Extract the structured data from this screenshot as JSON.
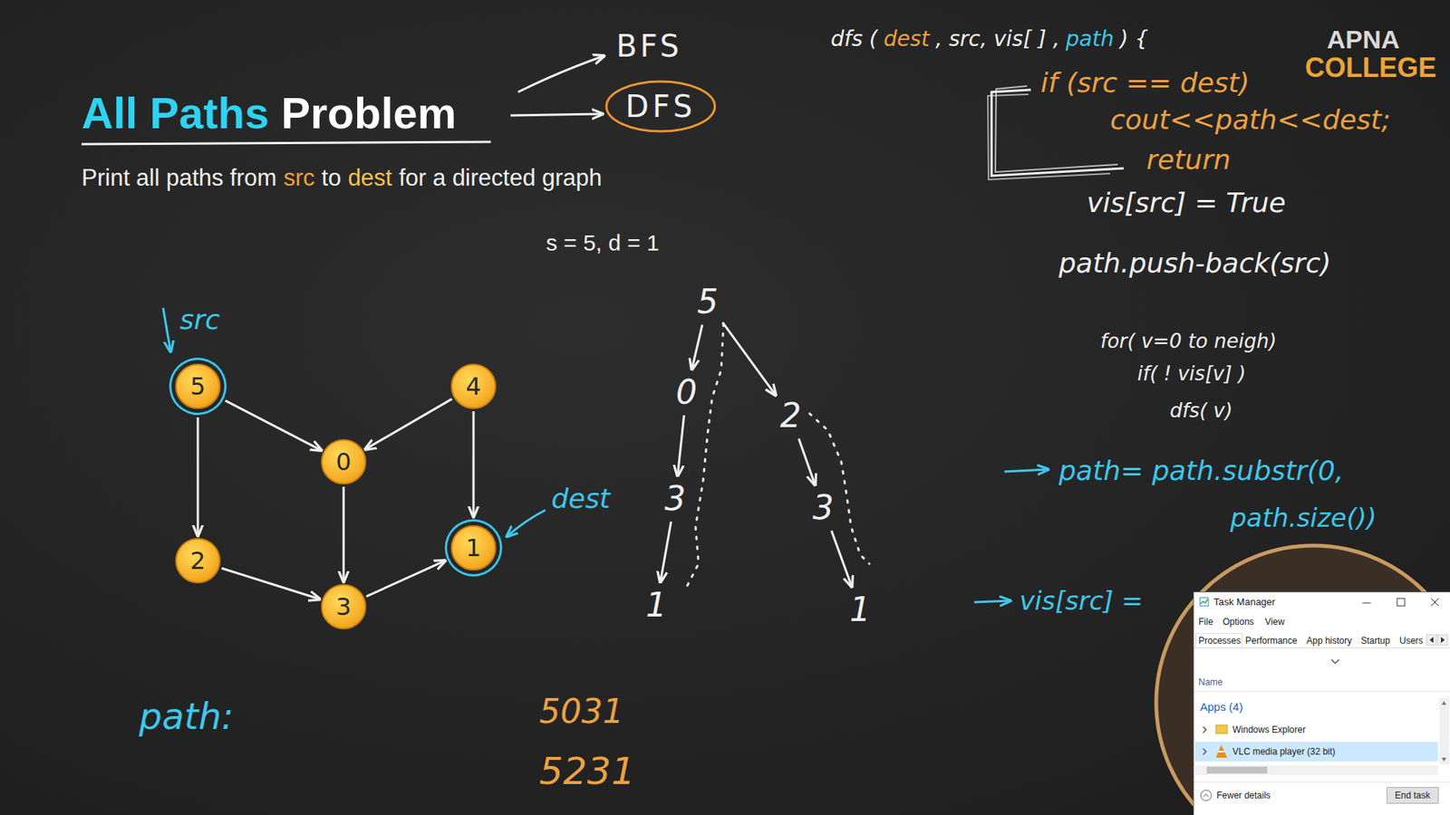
{
  "diagram": {
    "title": "All Paths Problem",
    "nodes": [
      {
        "text": [
          "DFS"
        ]
      },
      {
        "text": [
          "5"
        ]
      },
      {
        "text": [
          "4"
        ]
      },
      {
        "text": [
          "0"
        ]
      },
      {
        "text": [
          "2"
        ]
      },
      {
        "text": [
          "1"
        ]
      },
      {
        "text": [
          "3"
        ]
      },
      {
        "text": [
          "5"
        ]
      },
      {
        "text": [
          "0"
        ]
      },
      {
        "text": [
          "2"
        ]
      },
      {
        "text": [
          "3"
        ]
      },
      {
        "text": [
          "3"
        ]
      },
      {
        "text": [
          "1"
        ]
      },
      {
        "text": [
          "1"
        ]
      }
    ],
    "edges": [
      {
        "from": 1,
        "to": 3,
        "arrow": "to"
      },
      {
        "from": 1,
        "to": 4,
        "arrow": "to"
      },
      {
        "from": 2,
        "to": 3,
        "arrow": "to"
      },
      {
        "from": 2,
        "to": 5,
        "arrow": "to"
      },
      {
        "from": 3,
        "to": 6,
        "arrow": "to"
      },
      {
        "from": 4,
        "to": 6,
        "arrow": "to"
      },
      {
        "from": 6,
        "to": 5,
        "arrow": "to"
      },
      {
        "from": 7,
        "to": 8,
        "arrow": "to"
      },
      {
        "from": 8,
        "to": 10,
        "arrow": "to"
      },
      {
        "from": 10,
        "to": 12,
        "arrow": "to"
      },
      {
        "from": 7,
        "to": 9,
        "arrow": "to"
      },
      {
        "from": 9,
        "to": 11,
        "arrow": "to"
      },
      {
        "from": 11,
        "to": 13,
        "arrow": "to"
      }
    ],
    "labels": [
      "Print all paths from",
      "src",
      "to",
      "dest",
      "for a directed graph",
      "BFS",
      "s = 5, d = 1",
      "src",
      "dest",
      "path:",
      "5031",
      "5231",
      "dfs (",
      "dest",
      ", src, vis[ ] ,",
      "path",
      ") {",
      "if (src == dest)",
      "cout<<path<<dest;",
      "return",
      "vis[src] = True",
      "path.push-back(src)",
      "for( v=0 to neigh)",
      "if( ! vis[v] )",
      "dfs( v)",
      "path= path.substr(0,",
      "path.size())",
      "vis[src] =",
      "APNA",
      "COLLEGE",
      "Task Manager",
      "File",
      "Options",
      "View",
      "Processes",
      "Performance",
      "App history",
      "Startup",
      "Users",
      "Name",
      "Apps (4)",
      "Windows Explorer",
      "VLC media player (32 bit)",
      "Fewer details",
      "End task"
    ]
  }
}
